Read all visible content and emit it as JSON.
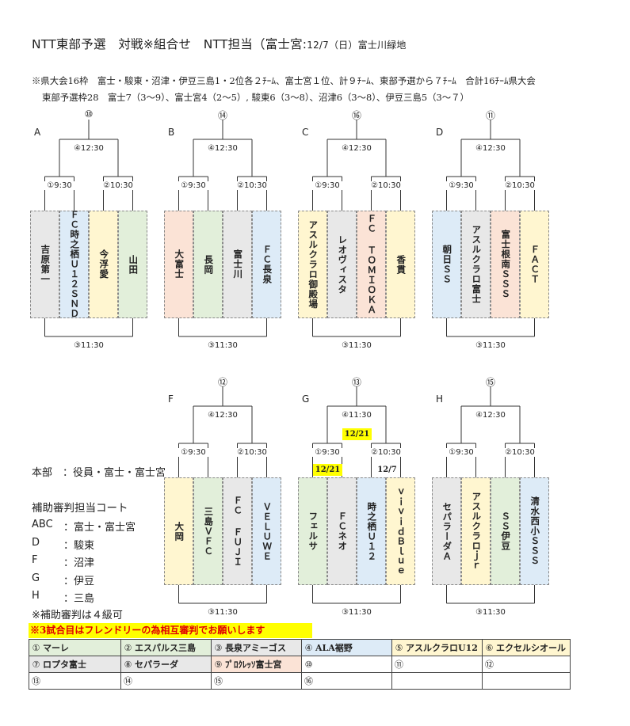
{
  "title": {
    "main": "NTT東部予選　対戦※組合せ　NTT担当（富士宮:",
    "detail": "12/7（日）富士川緑地"
  },
  "notes": [
    "※県大会16枠　富士・駿東・沼津・伊豆三島1・2位各２ﾁｰﾑ、富士宮１位、計９ﾁｰﾑ、東部予選から７ﾁｰﾑ　合計16ﾁｰﾑ県大会",
    "東部予選枠28　富士7（3～9）、富士宮4（2～5）,  駿東6（3～8）、沼津6（3～8）、伊豆三島5（3～７）"
  ],
  "colors": {
    "gray": "#e8e8e8",
    "yellow": "#fff6d0",
    "green": "#e2efda",
    "blue": "#ddebf7",
    "pink": "#fbe3d6",
    "highlight": "#ffff00",
    "red": "#e00000"
  },
  "groups": [
    {
      "label": "A",
      "seed": "⑩",
      "final_time": "④12:30",
      "left_time": "①9:30",
      "right_time": "②10:30",
      "third_time": "③11:30",
      "teams": [
        {
          "name": "吉原第一",
          "color": "gray"
        },
        {
          "name": "ＦＣ時之栖Ｕ１２ＳＮＤ",
          "color": "blue"
        },
        {
          "name": "今浮愛",
          "color": "yellow"
        },
        {
          "name": "山田",
          "color": "green"
        }
      ]
    },
    {
      "label": "B",
      "seed": "⑭",
      "final_time": "④12:30",
      "left_time": "①9:30",
      "right_time": "②10:30",
      "third_time": "③11:30",
      "teams": [
        {
          "name": "大富士",
          "color": "pink"
        },
        {
          "name": "長岡",
          "color": "green"
        },
        {
          "name": "富士川",
          "color": "gray"
        },
        {
          "name": "ＦＣ長泉",
          "color": "blue"
        }
      ]
    },
    {
      "label": "C",
      "seed": "⑯",
      "final_time": "④12:30",
      "left_time": "①9:30",
      "right_time": "②10:30",
      "third_time": "③11:30",
      "teams": [
        {
          "name": "アスルクラロ御殿場",
          "color": "yellow"
        },
        {
          "name": "レオヴィスタ",
          "color": "gray"
        },
        {
          "name": "ＦＣ ＴＯＭＩＯＫＡ",
          "color": "pink"
        },
        {
          "name": "香貫",
          "color": "yellow"
        }
      ]
    },
    {
      "label": "D",
      "seed": "⑪",
      "final_time": "④12:30",
      "left_time": "①9:30",
      "right_time": "②10:30",
      "third_time": "③11:30",
      "teams": [
        {
          "name": "朝日ＳＳ",
          "color": "blue"
        },
        {
          "name": "アスルクラロ富士",
          "color": "gray"
        },
        {
          "name": "富士根南ＳＳＳ",
          "color": "pink"
        },
        {
          "name": "ＦＡＣＴ",
          "color": "yellow"
        }
      ]
    },
    {
      "label": "F",
      "seed": "⑫",
      "final_time": "④12:30",
      "left_time": "①9:30",
      "right_time": "②10:30",
      "third_time": "③11:30",
      "teams": [
        {
          "name": "大岡",
          "color": "yellow"
        },
        {
          "name": "三島ＶＦＣ",
          "color": "green"
        },
        {
          "name": "ＦＣ ＦＵＪＩ",
          "color": "gray"
        },
        {
          "name": "ＶＥＬＵＷＥ",
          "color": "blue"
        }
      ]
    },
    {
      "label": "G",
      "seed": "⑬",
      "final_time": "④11:30",
      "left_time": "①9:30",
      "right_time": "②10:30",
      "third_time": "③11:30",
      "teams": [
        {
          "name": "フェルサ",
          "color": "green"
        },
        {
          "name": "ＦＣネオ",
          "color": "gray"
        },
        {
          "name": "時之栖Ｕ１２",
          "color": "blue"
        },
        {
          "name": "ｖｉｖｉｄＢｌｕｅ",
          "color": "yellow"
        }
      ]
    },
    {
      "label": "H",
      "seed": "⑮",
      "final_time": "④12:30",
      "left_time": "①9:30",
      "right_time": "②10:30",
      "third_time": "③11:30",
      "teams": [
        {
          "name": "セパラーダＡ",
          "color": "gray"
        },
        {
          "name": "アスルクラロｊｒ",
          "color": "yellow"
        },
        {
          "name": "ＳＳ伊豆",
          "color": "green"
        },
        {
          "name": "清水西小ＳＳＳ",
          "color": "blue"
        }
      ]
    }
  ],
  "group_g_dates": {
    "final": "12/21",
    "left": "12/21",
    "right": "12/7"
  },
  "side_info": {
    "honbu": "本部　：役員・富士・富士宮",
    "referee_title": "補助審判担当コート",
    "referee": [
      {
        "court": "ABC",
        "assigned": "：富士・富士宮"
      },
      {
        "court": "D",
        "assigned": "：駿東"
      },
      {
        "court": "F",
        "assigned": "：沼津"
      },
      {
        "court": "G",
        "assigned": "：伊豆"
      },
      {
        "court": "H",
        "assigned": "：三島"
      }
    ],
    "referee_note": "※補助審判は４級可"
  },
  "friendly_note": "※3試合目はフレンドリーの為相互審判でお願いします",
  "clubs": [
    {
      "num": "①",
      "name": "マーレ",
      "color": "green"
    },
    {
      "num": "②",
      "name": "エスパルス三島",
      "color": "green"
    },
    {
      "num": "③",
      "name": "長泉アミーゴス",
      "color": "gray"
    },
    {
      "num": "④",
      "name": "ALA裾野",
      "color": "blue"
    },
    {
      "num": "⑤",
      "name": "アスルクラロU12",
      "color": "yellow"
    },
    {
      "num": "⑥",
      "name": "エクセルシオール",
      "color": "yellow"
    },
    {
      "num": "⑦",
      "name": "ロプタ富士",
      "color": "gray"
    },
    {
      "num": "⑧",
      "name": "セパラーダ",
      "color": "gray"
    },
    {
      "num": "⑨",
      "name": "ﾌﾟﾛｸﾚｯｿ富士宮",
      "color": "pink"
    },
    {
      "num": "⑩",
      "name": "",
      "color": "white"
    },
    {
      "num": "⑪",
      "name": "",
      "color": "white"
    },
    {
      "num": "⑫",
      "name": "",
      "color": "white"
    },
    {
      "num": "⑬",
      "name": "",
      "color": "white"
    },
    {
      "num": "⑭",
      "name": "",
      "color": "white"
    },
    {
      "num": "⑮",
      "name": "",
      "color": "white"
    },
    {
      "num": "⑯",
      "name": "",
      "color": "white"
    },
    {
      "num": "",
      "name": "",
      "color": "white"
    },
    {
      "num": "",
      "name": "",
      "color": "white"
    }
  ]
}
